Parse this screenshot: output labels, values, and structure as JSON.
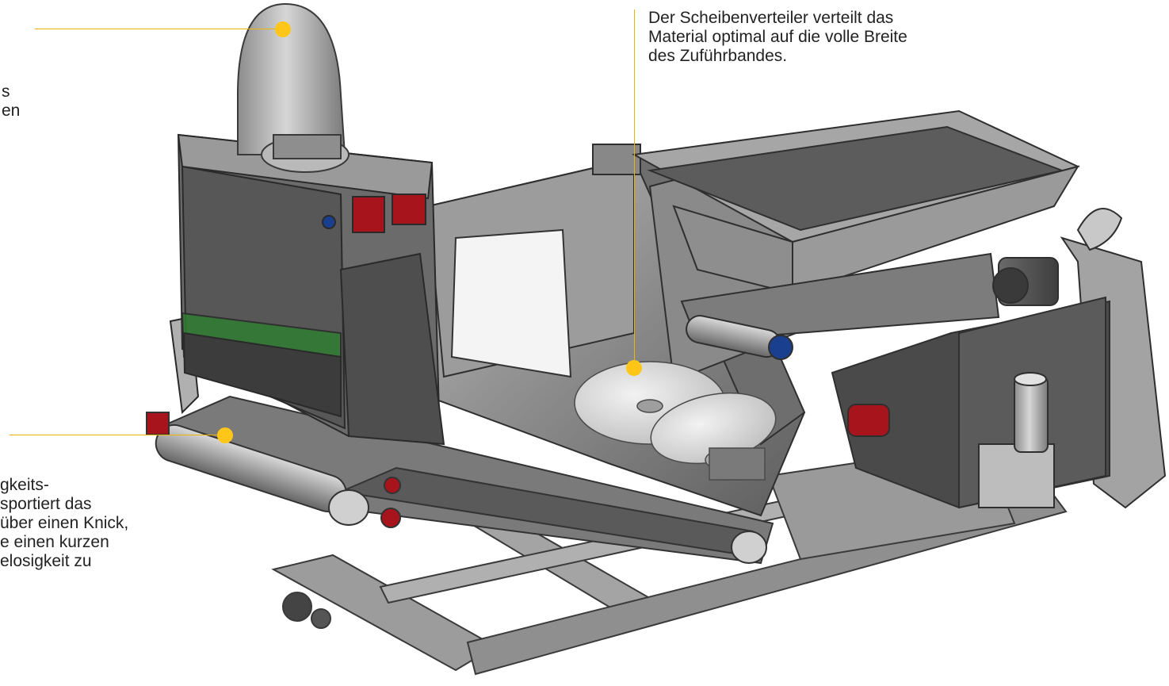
{
  "callouts": {
    "top_right": {
      "lines": [
        "Der Scheibenverteiler verteilt das",
        "Material optimal auf die volle Breite",
        "des Zuführbandes."
      ]
    },
    "top_left": {
      "lines": [
        "s",
        "en"
      ]
    },
    "bottom_left": {
      "lines": [
        "gkeits-",
        "sportiert das",
        "über einen Knick,",
        "e einen kurzen",
        "elosigkeit zu"
      ]
    }
  },
  "colors": {
    "leader_line": "#f0b400",
    "marker_dot": "#ffc61a",
    "text": "#222222",
    "accent_red": "#a8141c",
    "belt_green": "#2e7d32",
    "motor_blue": "#1b3f8f"
  }
}
